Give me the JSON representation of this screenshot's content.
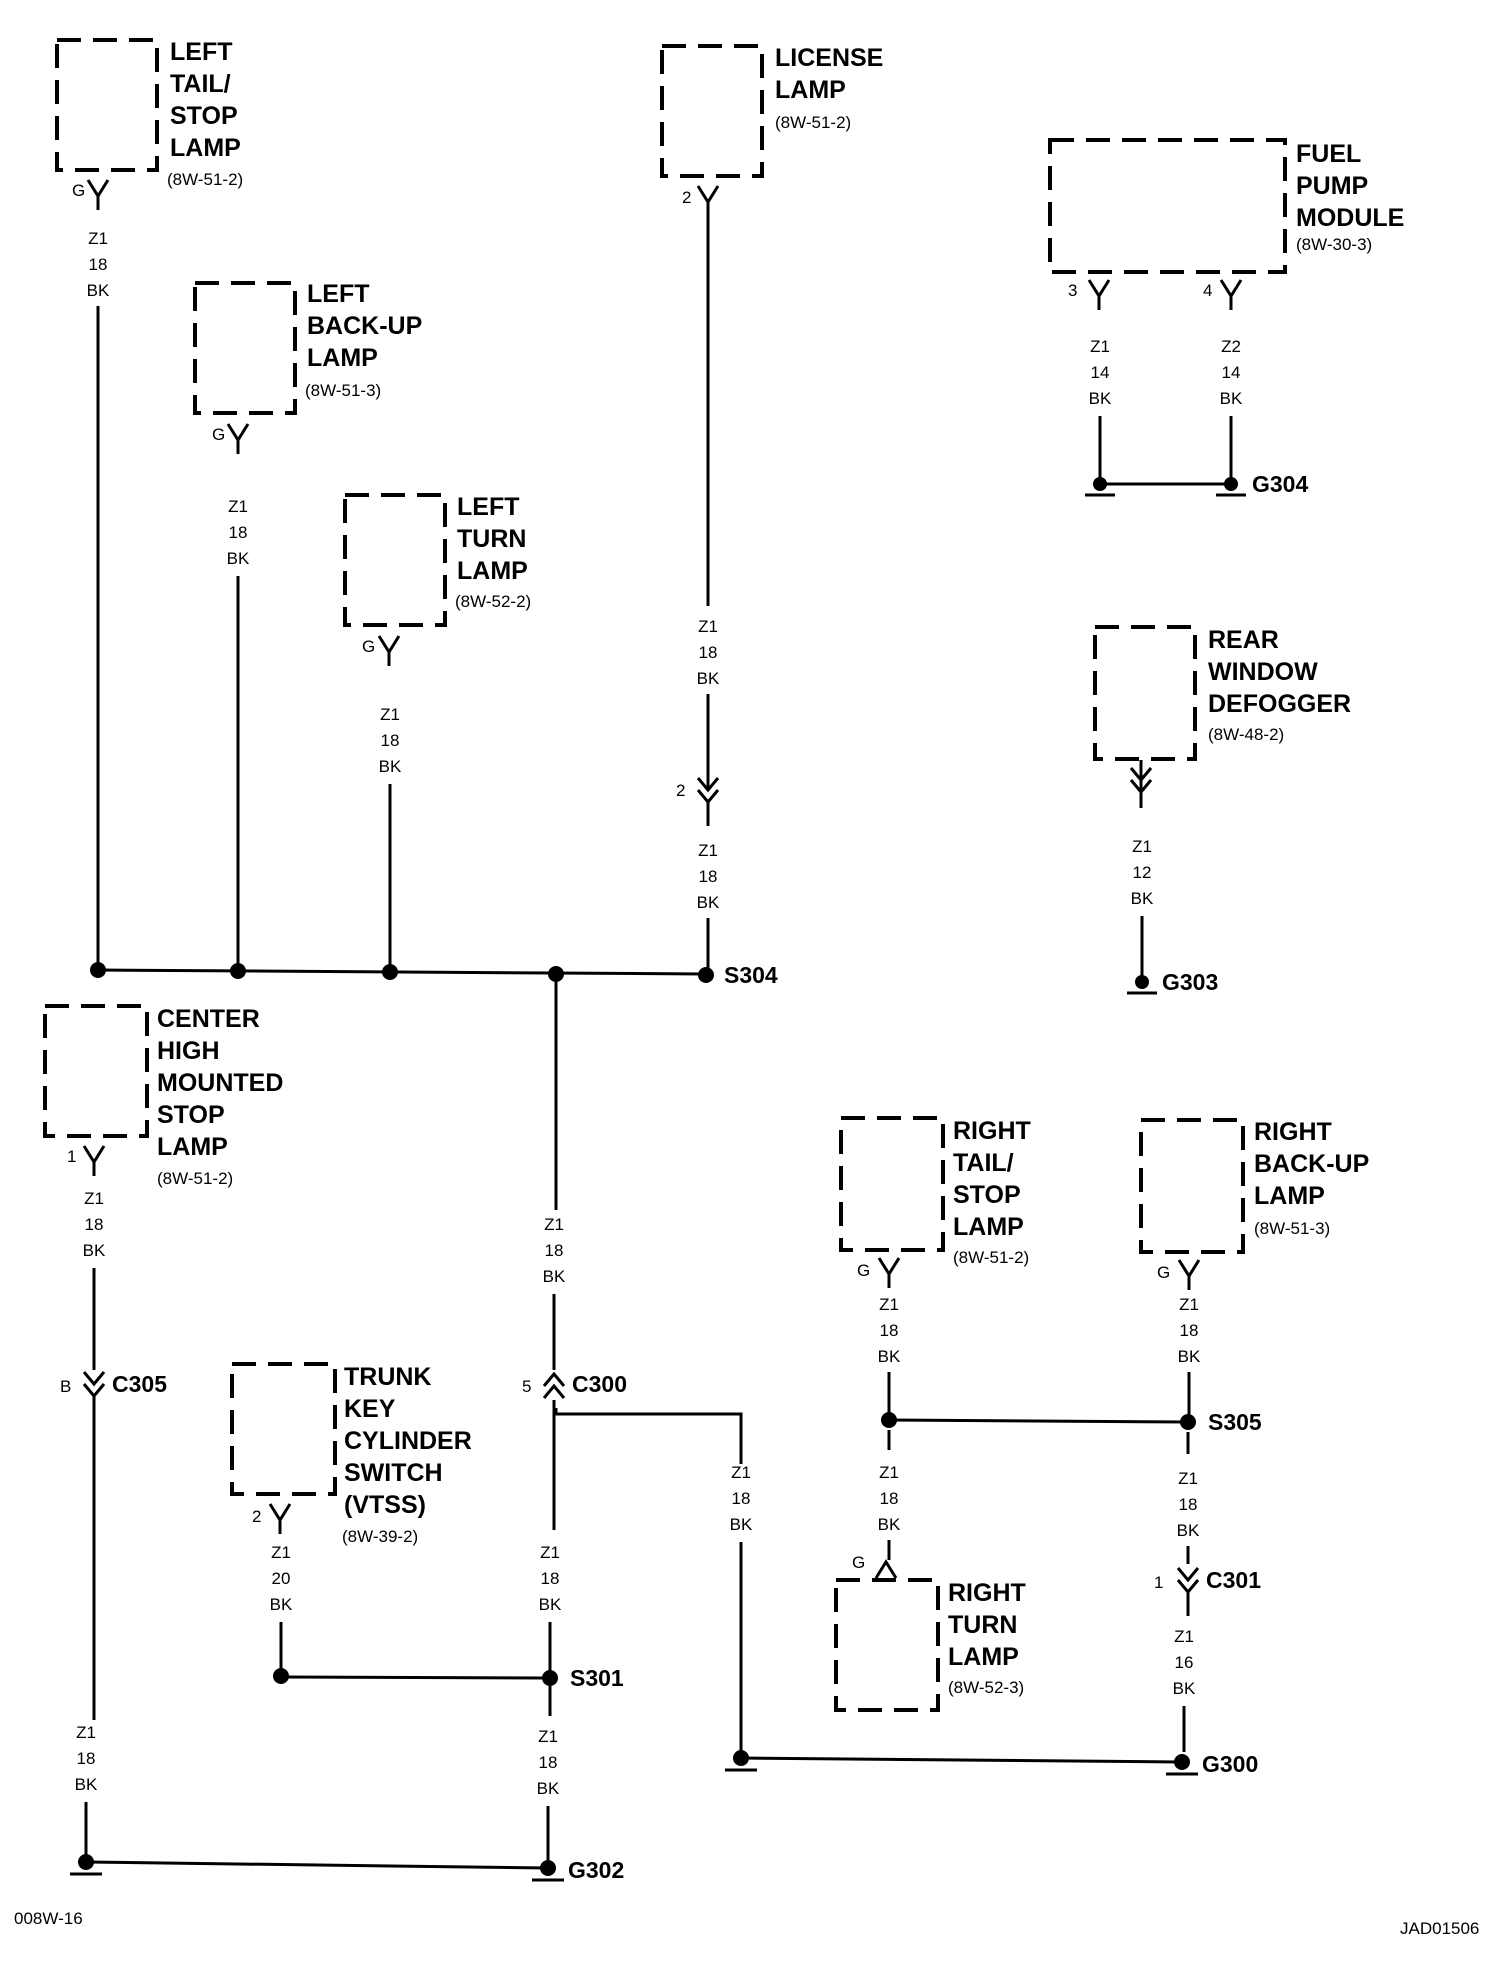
{
  "components": {
    "left_tail_stop": {
      "lines": [
        "LEFT",
        "TAIL/",
        "STOP",
        "LAMP"
      ],
      "ref": "(8W-51-2)",
      "pin": "G",
      "wire": [
        "Z1",
        "18",
        "BK"
      ]
    },
    "left_backup": {
      "lines": [
        "LEFT",
        "BACK-UP",
        "LAMP"
      ],
      "ref": "(8W-51-3)",
      "pin": "G",
      "wire": [
        "Z1",
        "18",
        "BK"
      ]
    },
    "left_turn": {
      "lines": [
        "LEFT",
        "TURN",
        "LAMP"
      ],
      "ref": "(8W-52-2)",
      "pin": "G",
      "wire": [
        "Z1",
        "18",
        "BK"
      ]
    },
    "license_lamp": {
      "lines": [
        "LICENSE",
        "LAMP"
      ],
      "ref": "(8W-51-2)",
      "pin": "2",
      "wire_upper": [
        "Z1",
        "18",
        "BK"
      ],
      "conn_pin": "2",
      "wire_lower": [
        "Z1",
        "18",
        "BK"
      ]
    },
    "fuel_pump": {
      "lines": [
        "FUEL",
        "PUMP",
        "MODULE"
      ],
      "ref": "(8W-30-3)",
      "pin_a": "3",
      "wire_a": [
        "Z1",
        "14",
        "BK"
      ],
      "pin_b": "4",
      "wire_b": [
        "Z2",
        "14",
        "BK"
      ]
    },
    "rear_defogger": {
      "lines": [
        "REAR",
        "WINDOW",
        "DEFOGGER"
      ],
      "ref": "(8W-48-2)",
      "wire": [
        "Z1",
        "12",
        "BK"
      ]
    },
    "chmsl": {
      "lines": [
        "CENTER",
        "HIGH",
        "MOUNTED",
        "STOP",
        "LAMP"
      ],
      "ref": "(8W-51-2)",
      "pin": "1",
      "wire_upper": [
        "Z1",
        "18",
        "BK"
      ],
      "conn_pin": "B",
      "wire_lower": [
        "Z1",
        "18",
        "BK"
      ]
    },
    "trunk_switch": {
      "lines": [
        "TRUNK",
        "KEY",
        "CYLINDER",
        "SWITCH",
        "(VTSS)"
      ],
      "ref": "(8W-39-2)",
      "pin": "2",
      "wire": [
        "Z1",
        "20",
        "BK"
      ]
    },
    "right_tail_stop": {
      "lines": [
        "RIGHT",
        "TAIL/",
        "STOP",
        "LAMP"
      ],
      "ref": "(8W-51-2)",
      "pin": "G",
      "wire": [
        "Z1",
        "18",
        "BK"
      ],
      "wire_lower": [
        "Z1",
        "18",
        "BK"
      ]
    },
    "right_backup": {
      "lines": [
        "RIGHT",
        "BACK-UP",
        "LAMP"
      ],
      "ref": "(8W-51-3)",
      "pin": "G",
      "wire": [
        "Z1",
        "18",
        "BK"
      ],
      "wire_mid": [
        "Z1",
        "18",
        "BK"
      ],
      "conn_pin": "1",
      "wire_lower": [
        "Z1",
        "16",
        "BK"
      ]
    },
    "right_turn": {
      "lines": [
        "RIGHT",
        "TURN",
        "LAMP"
      ],
      "ref": "(8W-52-3)",
      "pin": "G"
    }
  },
  "nodes": {
    "s304": "S304",
    "s305": "S305",
    "s301": "S301",
    "c305": "C305",
    "c300": "C300",
    "c301": "C301",
    "g304": "G304",
    "g303": "G303",
    "g302": "G302",
    "g300": "G300"
  },
  "c300": {
    "pin": "5",
    "wire_up": [
      "Z1",
      "18",
      "BK"
    ],
    "wire_down": [
      "Z1",
      "18",
      "BK"
    ],
    "wire_branch": [
      "Z1",
      "18",
      "BK"
    ],
    "wire_ground": [
      "Z1",
      "18",
      "BK"
    ]
  },
  "footer": {
    "left": "008W-16",
    "right": "JAD01506"
  }
}
